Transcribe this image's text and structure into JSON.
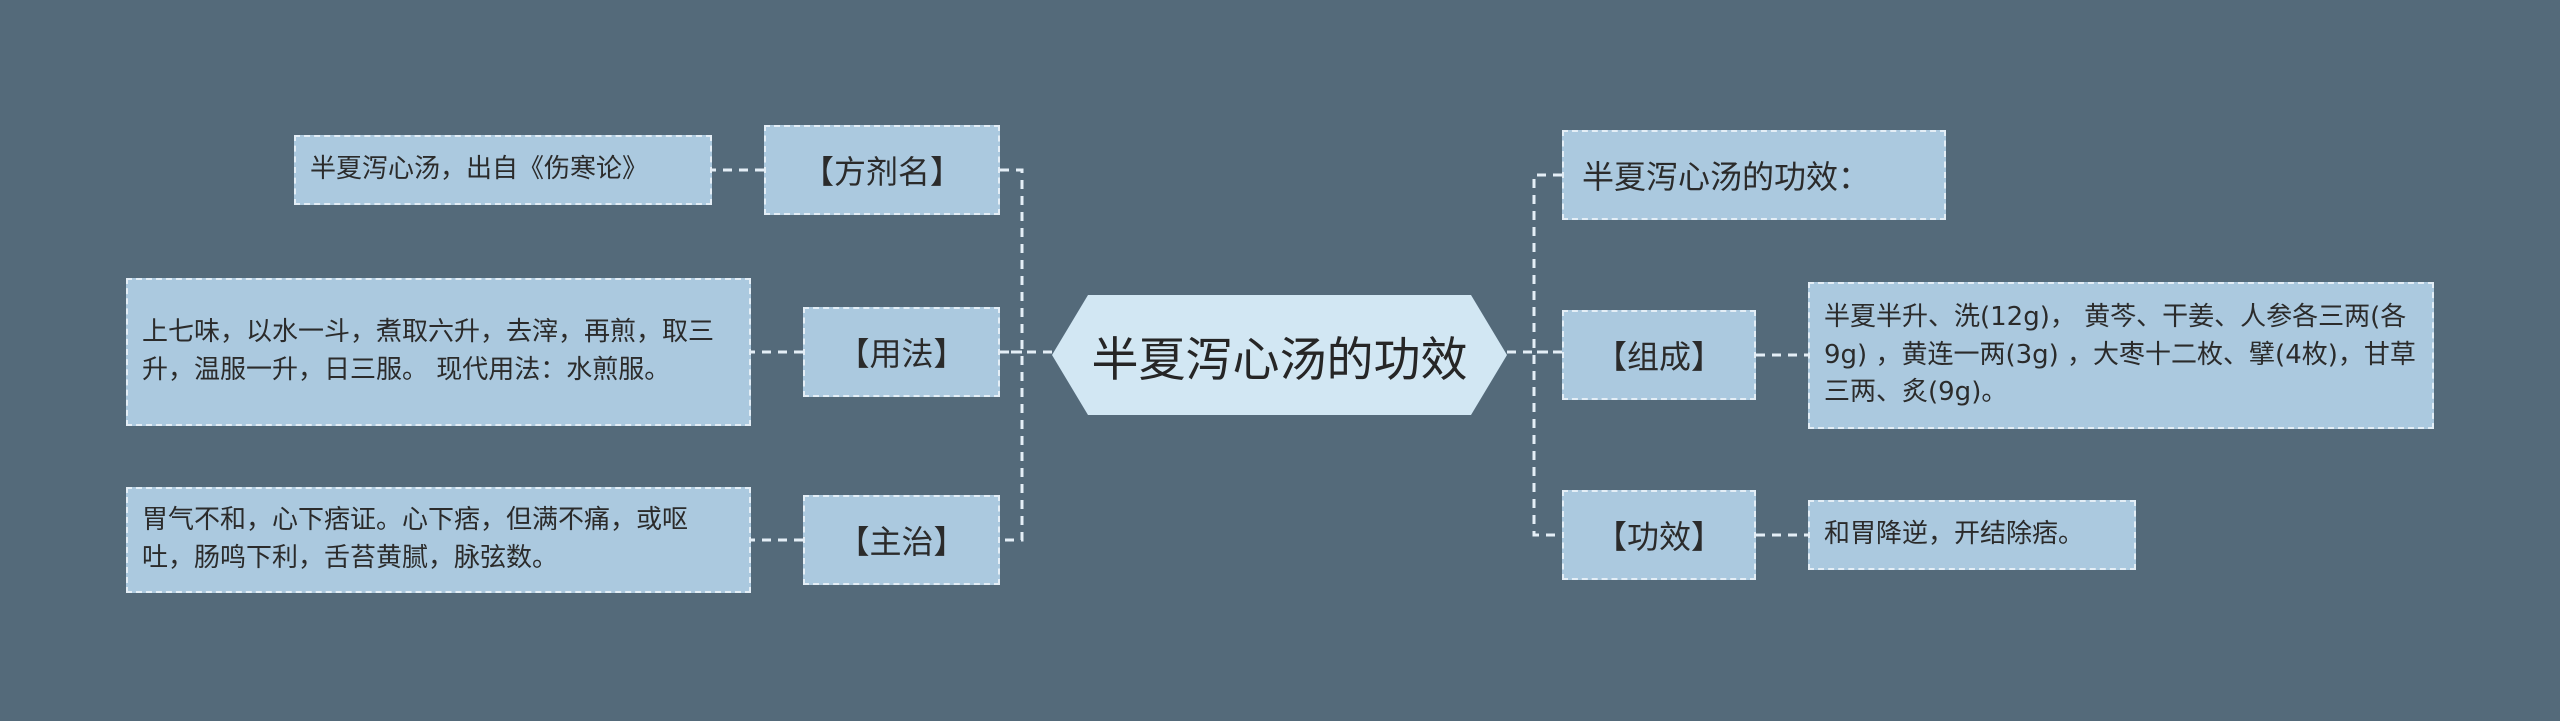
{
  "center": {
    "label": "半夏泻心汤的功效"
  },
  "left_branches": [
    {
      "label": "【方剂名】",
      "leaf": "半夏泻心汤，出自《伤寒论》"
    },
    {
      "label": "【用法】",
      "leaf": "上七味，以水一斗，煮取六升，去滓，再煎，取三升，温服一升，日三服。 现代用法：水煎服。"
    },
    {
      "label": "【主治】",
      "leaf": "胃气不和，心下痞证。心下痞，但满不痛，或呕吐，肠鸣下利，舌苔黄腻，脉弦数。"
    }
  ],
  "right_branches": [
    {
      "label": "半夏泻心汤的功效："
    },
    {
      "label": "【组成】",
      "leaf": "半夏半升、洗(12g)， 黄芩、干姜、人参各三两(各9g) ，黄连一两(3g) ，大枣十二枚、擘(4枚)，甘草三两、炙(9g)。"
    },
    {
      "label": "【功效】",
      "leaf": "和胃降逆，开结除痞。"
    }
  ],
  "colors": {
    "background": "#546a7a",
    "node_fill": "#abc9df",
    "center_fill": "#d2e7f3",
    "connector": "#e4eef6"
  }
}
